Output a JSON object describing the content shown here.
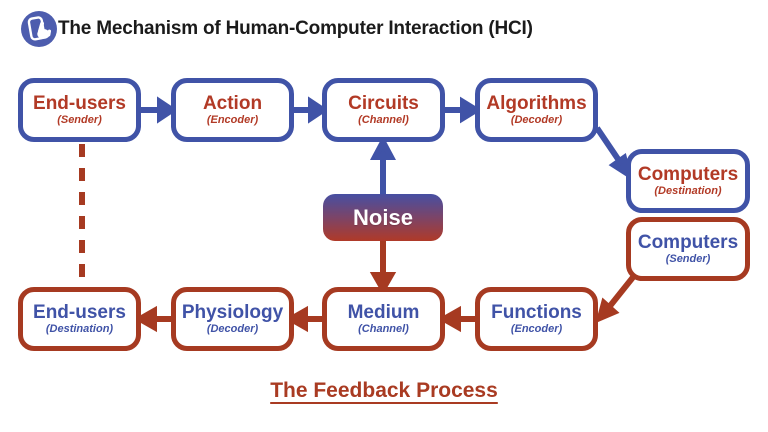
{
  "header": {
    "title": "The Mechanism of Human-Computer Interaction (HCI)",
    "logo_icon": "tap-hand-icon"
  },
  "colors": {
    "node_border_blue": "#4053a7",
    "node_border_red": "#a63a21",
    "label_red": "#b23a26",
    "label_blue": "#4053a7",
    "noise_gradient_top": "#474fa2",
    "noise_gradient_bottom": "#b03a28",
    "title_text": "#1b1b1b"
  },
  "forward_path": [
    {
      "label": "End-users",
      "role": "(Sender)"
    },
    {
      "label": "Action",
      "role": "(Encoder)"
    },
    {
      "label": "Circuits",
      "role": "(Channel)"
    },
    {
      "label": "Algorithms",
      "role": "(Decoder)"
    },
    {
      "label": "Computers",
      "role": "(Destination)"
    }
  ],
  "feedback_path": [
    {
      "label": "Computers",
      "role": "(Sender)"
    },
    {
      "label": "Functions",
      "role": "(Encoder)"
    },
    {
      "label": "Medium",
      "role": "(Channel)"
    },
    {
      "label": "Physiology",
      "role": "(Decoder)"
    },
    {
      "label": "End-users",
      "role": "(Destination)"
    }
  ],
  "noise": {
    "label": "Noise"
  },
  "footer": {
    "caption": "The Feedback Process"
  }
}
